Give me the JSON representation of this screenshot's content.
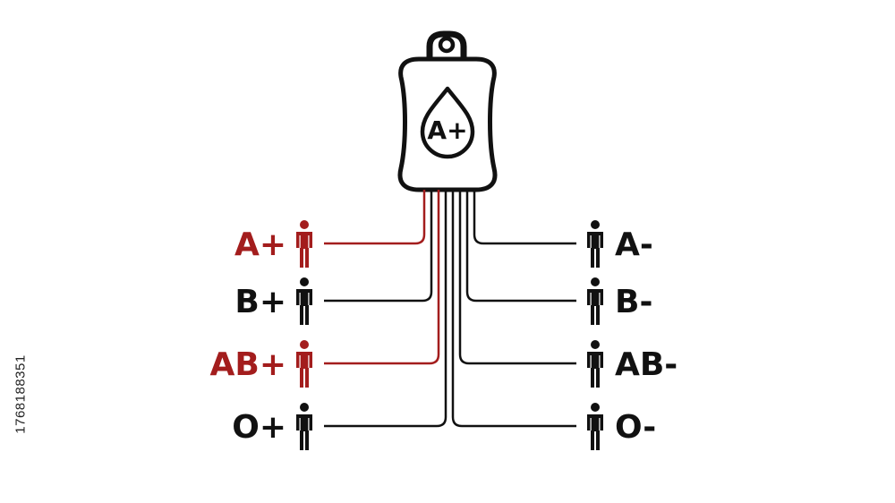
{
  "colors": {
    "compatible": "#a31d1d",
    "incompatible": "#111111",
    "background": "#ffffff"
  },
  "bag": {
    "label": "A+",
    "icon": "blood-bag-icon",
    "drop_icon": "blood-drop-icon"
  },
  "recipients_left": [
    {
      "label": "A+",
      "compatible": true
    },
    {
      "label": "B+",
      "compatible": false
    },
    {
      "label": "AB+",
      "compatible": true
    },
    {
      "label": "O+",
      "compatible": false
    }
  ],
  "recipients_right": [
    {
      "label": "A-",
      "compatible": false
    },
    {
      "label": "B-",
      "compatible": false
    },
    {
      "label": "AB-",
      "compatible": false
    },
    {
      "label": "O-",
      "compatible": false
    }
  ],
  "person_icon": "person-icon",
  "stock_id": "1768188351"
}
